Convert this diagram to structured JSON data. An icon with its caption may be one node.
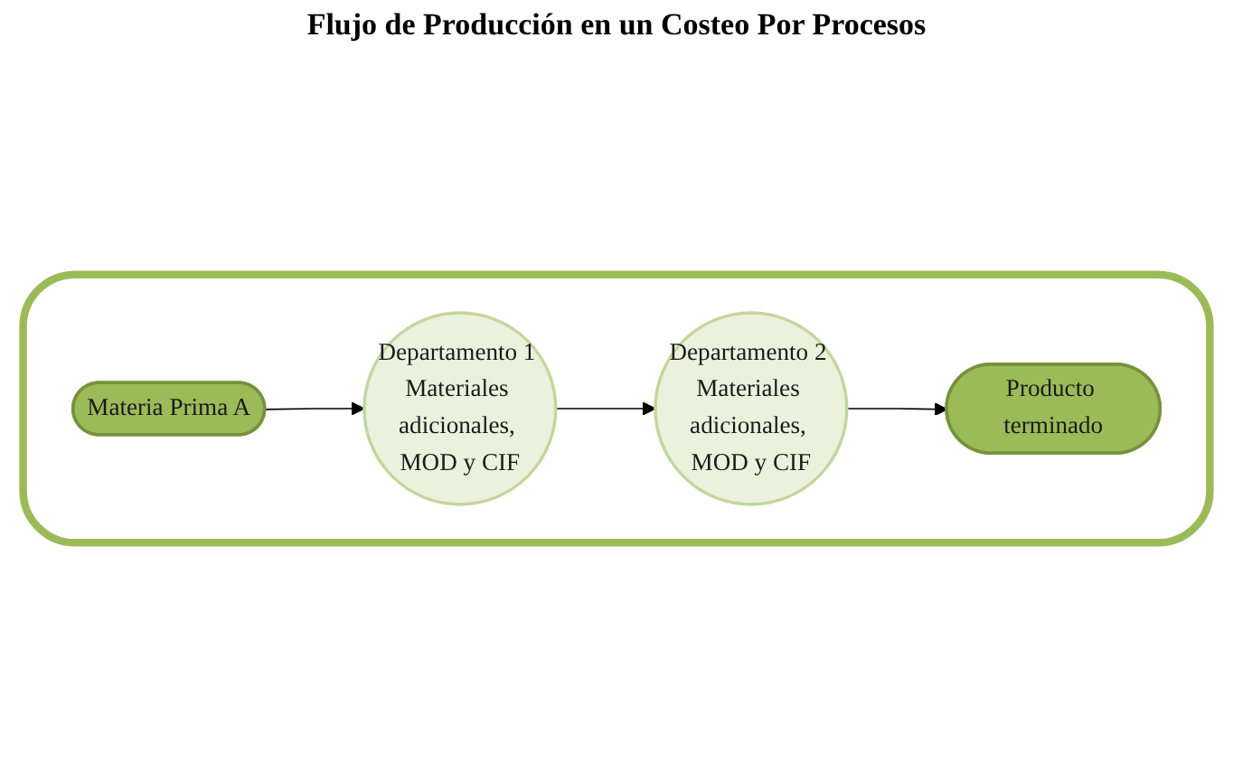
{
  "diagram": {
    "title": "Flujo de Producción en un Costeo Por Procesos",
    "nodes": [
      {
        "text": [],
        "shape": "box"
      },
      {
        "text": [
          "Materia Prima A"
        ],
        "in": 0
      },
      {
        "text": [
          "Departamento 1 Materiales adicionales, MOD y CIF"
        ],
        "in": 0
      },
      {
        "text": [
          "Departamento 2 Materiales adicionales, MOD y CIF"
        ],
        "in": 0
      },
      {
        "text": [
          "Producto terminado"
        ],
        "in": 0
      }
    ],
    "edges": [
      {
        "from": 1,
        "to": 2,
        "arrow": "to"
      },
      {
        "from": 2,
        "to": 3,
        "arrow": "to"
      },
      {
        "from": 3,
        "to": 4,
        "arrow": "to"
      }
    ]
  }
}
